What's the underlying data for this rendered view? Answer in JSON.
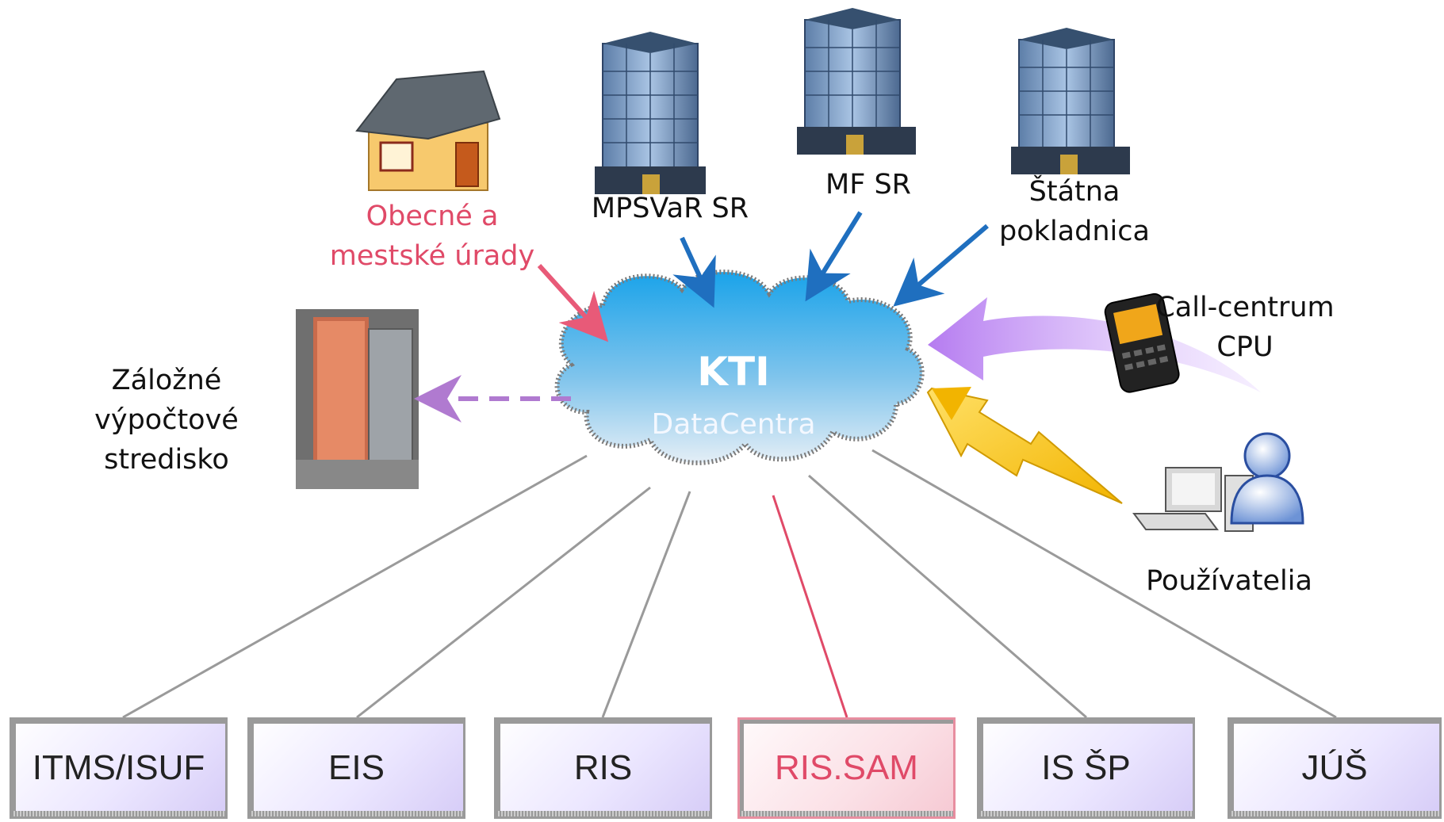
{
  "center": {
    "title": "KTI",
    "subtitle": "DataCentra"
  },
  "nodes": {
    "obecne": [
      "Obecné a",
      "mestské úrady"
    ],
    "mpsvar": "MPSVaR SR",
    "mf": "MF SR",
    "statna": [
      "Štátna",
      "pokladnica"
    ],
    "call": [
      "Call-centrum",
      "CPU"
    ],
    "pouzivatelia": "Používatelia",
    "zalozne": [
      "Záložné",
      "výpočtové",
      "stredisko"
    ]
  },
  "systems": [
    {
      "label": "ITMS/ISUF"
    },
    {
      "label": "EIS"
    },
    {
      "label": "RIS"
    },
    {
      "label": "RIS.SAM",
      "highlighted": true
    },
    {
      "label": "IS ŠP"
    },
    {
      "label": "JÚŠ"
    }
  ],
  "colors": {
    "arrow_blue": "#1f6fbf",
    "arrow_red": "#e85a78",
    "arrow_purple": "#b07ad0",
    "line_gray": "#9a9a9a",
    "line_red": "#e04a68",
    "cloud_top": "#2aa6e6",
    "cloud_bottom": "#d8e9f5"
  }
}
